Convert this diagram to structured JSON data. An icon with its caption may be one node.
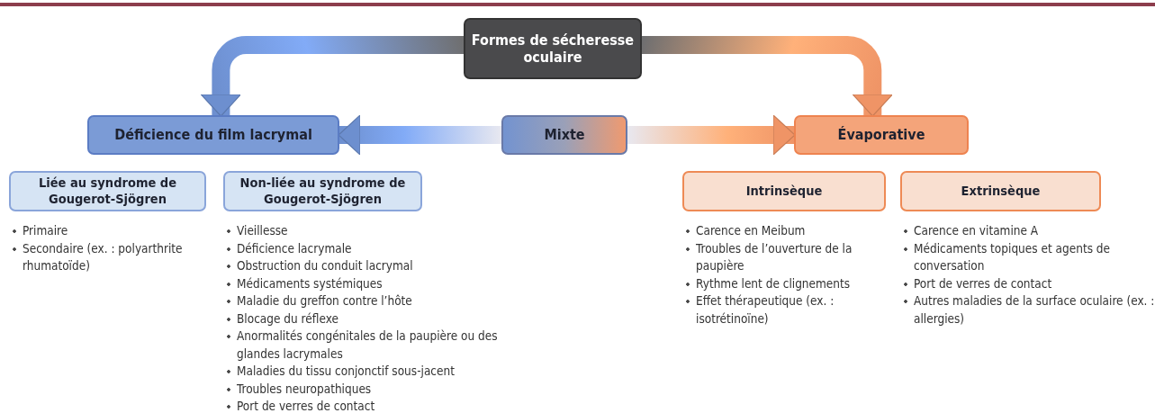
{
  "diagram": {
    "nodes": [
      {
        "text": [
          "Formes de sécheresse oculaire"
        ]
      },
      {
        "text": [
          "Déficience du film lacrymal"
        ]
      },
      {
        "text": [
          "Mixte"
        ]
      },
      {
        "text": [
          "Évaporative"
        ]
      },
      {
        "text": [
          "Liée au syndrome de Gougerot-Sjögren"
        ],
        "beside": [
          "Primaire",
          "Secondaire (ex. : polyarthrite rhumatoïde)"
        ]
      },
      {
        "text": [
          "Non-liée au syndrome de Gougerot-Sjögren"
        ],
        "beside": [
          "Vieillesse",
          "Déficience lacrymale",
          "Obstruction du conduit lacrymal",
          "Médicaments systémiques",
          "Maladie du greffon contre l’hôte",
          "Blocage du réflexe",
          "Anormalités congénitales de la paupière ou des glandes lacrymales",
          "Maladies du tissu conjonctif sous-jacent",
          "Troubles neuropathiques",
          "Port de verres de contact"
        ]
      },
      {
        "text": [
          "Intrinsèque"
        ],
        "beside": [
          "Carence en Meibum",
          "Troubles de l’ouverture de la paupière",
          "Rythme lent de clignements",
          "Effet thérapeutique (ex. : isotrétinoïne)"
        ]
      },
      {
        "text": [
          "Extrinsèque"
        ],
        "beside": [
          "Carence en vitamine A",
          "Médicaments topiques et agents de conversation",
          "Port de verres de contact",
          "Autres maladies de la surface oculaire (ex. : allergies)"
        ]
      }
    ],
    "edges": [
      {
        "from": 0,
        "to": 1,
        "arrow": "to",
        "color": "#6d8fcf"
      },
      {
        "from": 0,
        "to": 3,
        "arrow": "to",
        "color": "#ef9466"
      },
      {
        "from": 2,
        "to": 1,
        "arrow": "to",
        "color": "#6d8fcf"
      },
      {
        "from": 2,
        "to": 3,
        "arrow": "to",
        "color": "#ef9466"
      }
    ]
  }
}
